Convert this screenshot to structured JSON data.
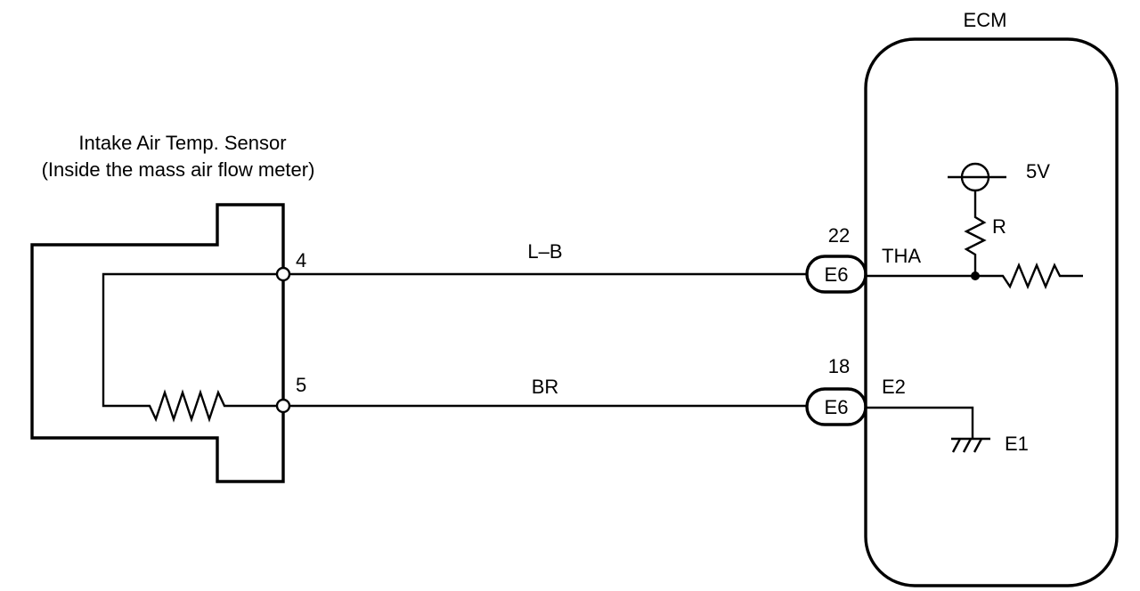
{
  "sensor": {
    "title_line1": "Intake Air Temp. Sensor",
    "title_line2": "(Inside the mass air flow meter)",
    "pin_top": "4",
    "pin_bottom": "5"
  },
  "wires": {
    "top_color": "L–B",
    "bottom_color": "BR"
  },
  "connectors": {
    "top": {
      "pin": "22",
      "name": "E6"
    },
    "bottom": {
      "pin": "18",
      "name": "E6"
    }
  },
  "ecm": {
    "title": "ECM",
    "terminal_top": "THA",
    "terminal_bottom": "E2",
    "supply": "5V",
    "resistor": "R",
    "ground": "E1"
  }
}
